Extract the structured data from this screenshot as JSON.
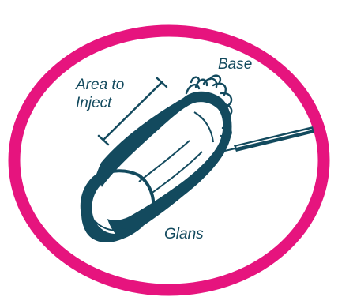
{
  "colors": {
    "ring": "#e6147e",
    "ink": "#134a5e",
    "background": "#ffffff"
  },
  "labels": {
    "base": "Base",
    "area_to_inject": [
      "Area to",
      "Inject"
    ],
    "glans": "Glans"
  },
  "icons": [
    "pink-circle-ring",
    "penis-illustration-icon",
    "syringe-needle-icon",
    "measurement-bracket-icon"
  ]
}
